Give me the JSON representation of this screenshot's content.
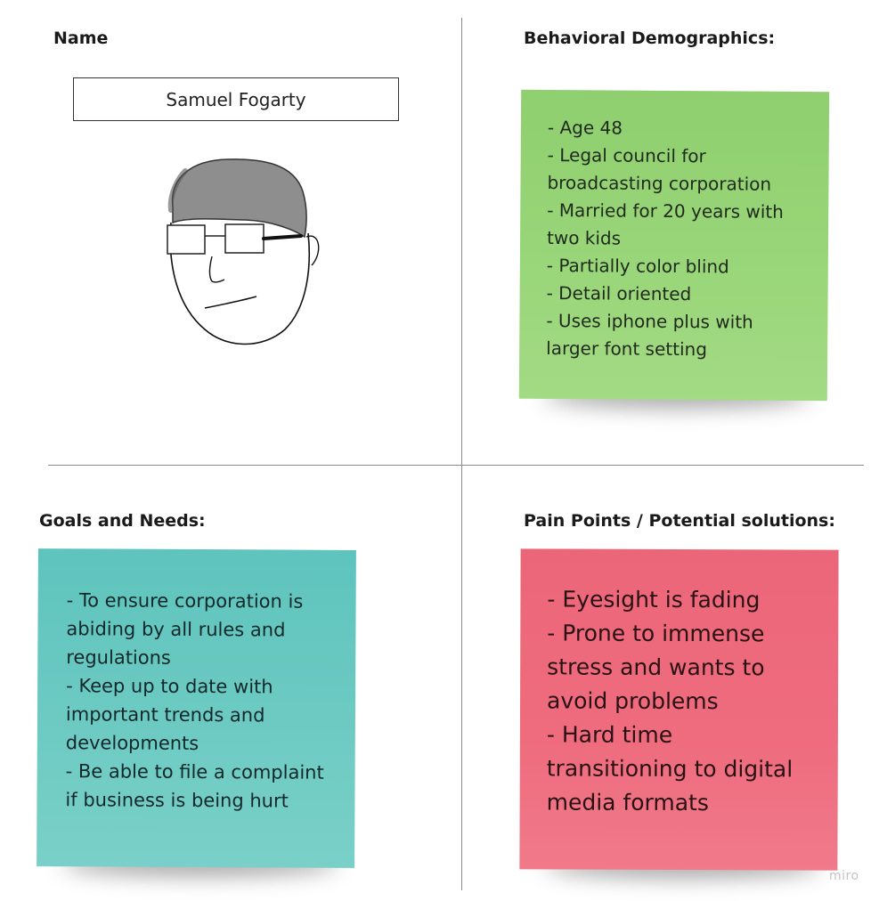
{
  "quadrants": {
    "name": {
      "heading": "Name",
      "person_name": "Samuel Fogarty",
      "avatar_icon": "person-sketch-icon"
    },
    "behavioral": {
      "heading": "Behavioral Demographics:",
      "note_color": "#95d374",
      "lines": [
        "- Age 48",
        "- Legal council for",
        "broadcasting corporation",
        "- Married for 20 years with",
        "two kids",
        "- Partially color blind",
        "- Detail oriented",
        "- Uses iphone plus with",
        "larger font setting"
      ]
    },
    "goals": {
      "heading": "Goals and Needs:",
      "note_color": "#66c8c0",
      "lines": [
        "- To ensure corporation is",
        "abiding by all rules and",
        "regulations",
        "- Keep up to date with",
        "important trends and",
        "developments",
        "- Be able to file a complaint",
        "if business is being hurt"
      ]
    },
    "pain": {
      "heading": "Pain Points / Potential solutions:",
      "note_color": "#ee6c7e",
      "lines": [
        "- Eyesight is fading",
        "- Prone to immense",
        "stress and wants to",
        "avoid problems",
        "- Hard time",
        "transitioning to digital",
        "media formats"
      ]
    }
  },
  "watermark": "miro"
}
